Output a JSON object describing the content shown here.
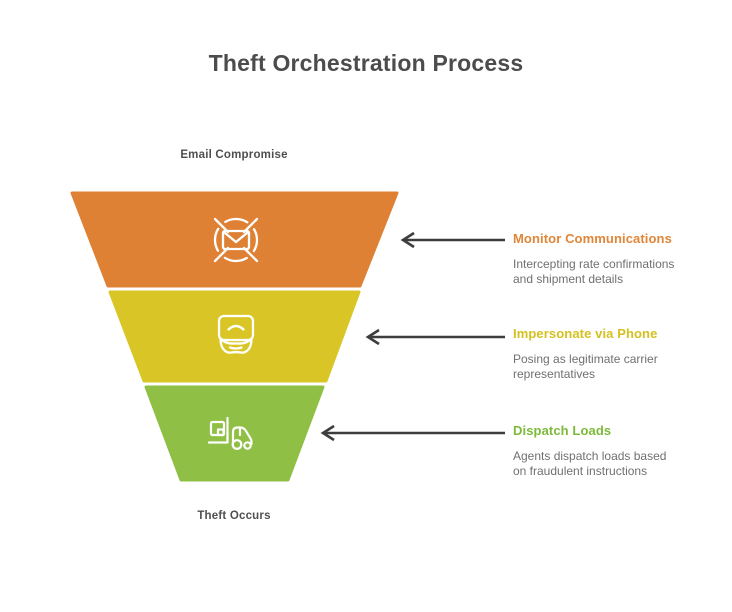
{
  "title": "Theft Orchestration Process",
  "funnel": {
    "entry_label": "Email Compromise",
    "exit_label": "Theft Occurs",
    "stages": [
      {
        "label": "Monitor Communications",
        "description_lines": [
          "Intercepting rate confirmations",
          "and shipment details"
        ],
        "fill": "#DF8134",
        "label_color": "#E08638",
        "icon": "intercepted-email-icon"
      },
      {
        "label": "Impersonate via Phone",
        "description_lines": [
          "Posing as legitimate carrier",
          "representatives"
        ],
        "fill": "#D9C626",
        "label_color": "#D4C11F",
        "icon": "impersonation-mask-icon"
      },
      {
        "label": "Dispatch Loads",
        "description_lines": [
          "Agents dispatch loads based",
          "on fraudulent instructions"
        ],
        "fill": "#8FBF44",
        "label_color": "#7CBB3A",
        "icon": "forklift-icon"
      }
    ]
  },
  "arrows": {
    "color": "#3D3D3D"
  },
  "colors": {
    "title": "#4C4C4C",
    "flow_label": "#4F4F4F",
    "description": "#707070"
  }
}
